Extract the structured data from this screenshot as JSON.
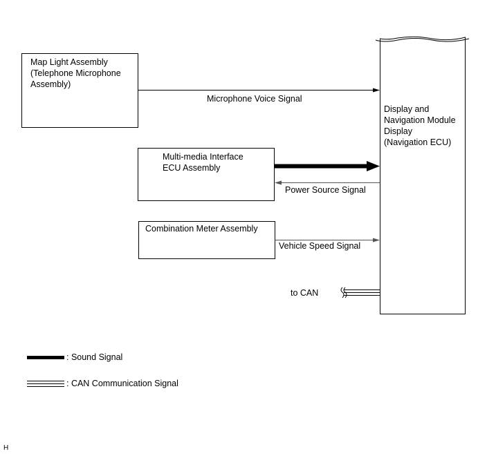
{
  "diagram": {
    "map_light": {
      "label": "Map Light Assembly\n(Telephone Microphone\nAssembly)"
    },
    "multimedia": {
      "label": "Multi-media Interface\nECU Assembly"
    },
    "combination_meter": {
      "label": "Combination Meter Assembly"
    },
    "navigation": {
      "label": "Display and\nNavigation Module\nDisplay\n(Navigation ECU)"
    },
    "signals": {
      "microphone_voice": "Microphone Voice Signal",
      "power_source": "Power Source Signal",
      "vehicle_speed": "Vehicle Speed Signal",
      "to_can": "to CAN"
    },
    "legend": {
      "sound": ": Sound Signal",
      "can": ": CAN Communication Signal"
    },
    "corner_mark": "H"
  }
}
